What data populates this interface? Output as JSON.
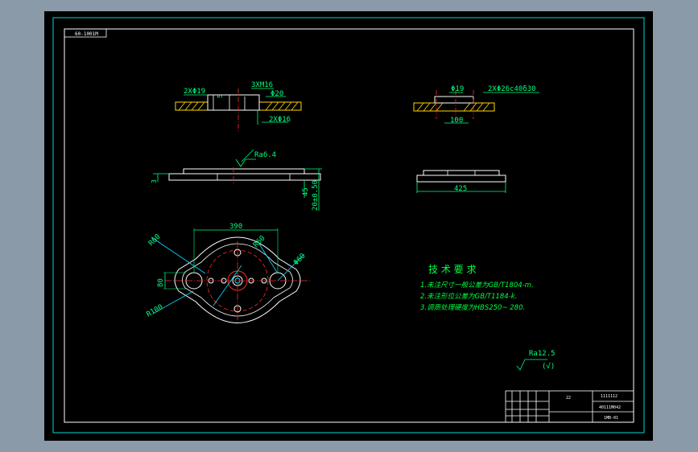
{
  "colors": {
    "background": "#8a9aa8",
    "sheet": "#000000",
    "frame": "#00d8d8",
    "part": "#ffffff",
    "section": "#ffd700",
    "dimension": "#00ff80",
    "center": "#ff2a2a",
    "leader": "#00e0ff",
    "notes": "#00ff40"
  },
  "header_tag": "60-1001M",
  "top_left_view": {
    "dia_19": "2XΦ19",
    "thread": "3XM16",
    "dia_20": "Φ20",
    "dia_16": "2XΦ16",
    "depth": "5"
  },
  "top_right_view": {
    "dia_19": "Φ19",
    "dia_26": "2XΦ26c40δ30",
    "dim_100": "100"
  },
  "middle_left_view": {
    "roughness": "Ra6.4",
    "dim_3": "3",
    "dim_45": "45",
    "dim_20": "20±0.50"
  },
  "middle_right_view": {
    "dim_425": "425"
  },
  "plan_view": {
    "dim_390": "390",
    "r_60": "R60",
    "dia_60": "Φ60",
    "dim_80": "80",
    "r_100": "R100"
  },
  "tech_requirements": {
    "title": "技 术 要 求",
    "line1": "1.未注尺寸一般公差为GB/T1804-m.",
    "line2": "2.未注形位公差为GB/T1184-k.",
    "line3": "3.调质处理硬度为HBS250~ 280."
  },
  "surface_finish": {
    "label": "Ra12.5"
  },
  "title_block": {
    "cell_a": "22",
    "cell_b": "1111112",
    "cell_c": "40111M042",
    "cell_d": "1MB-01"
  }
}
